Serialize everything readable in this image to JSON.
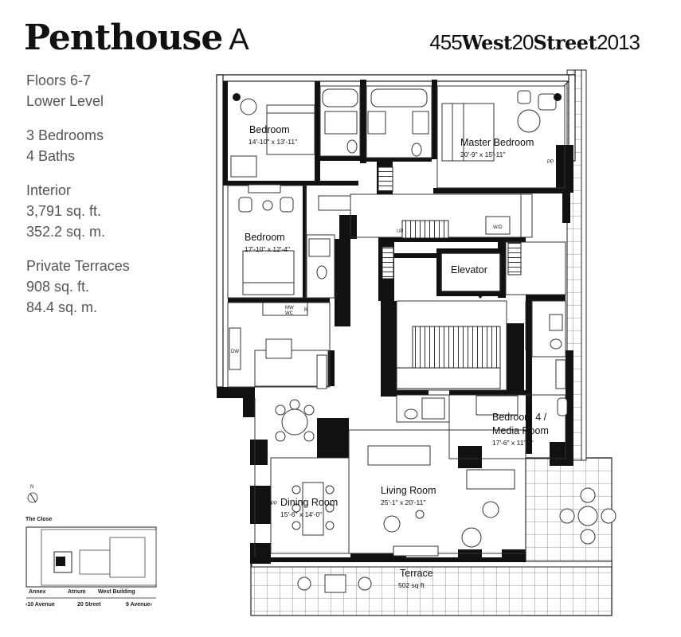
{
  "header": {
    "title": "Penthouse",
    "unit": "A",
    "address_a": "455",
    "address_b": "West",
    "address_c": "20",
    "address_d": "Street",
    "address_e": "2013"
  },
  "info": {
    "floors": "Floors 6-7",
    "level": "Lower Level",
    "bedrooms": "3 Bedrooms",
    "baths": "4 Baths",
    "interior_label": "Interior",
    "interior_sqft": "3,791 sq. ft.",
    "interior_sqm": "352.2 sq. m.",
    "terraces_label": "Private Terraces",
    "terraces_sqft": "908 sq. ft.",
    "terraces_sqm": "84.4 sq. m."
  },
  "rooms": {
    "bedroom1": "Bedroom",
    "bedroom1_dim": "14'-10\" x 13'-11\"",
    "master": "Master Bedroom",
    "master_dim": "20'-9\" x 15'-11\"",
    "bedroom2": "Bedroom",
    "bedroom2_dim": "17'-10\" x 12'-4\"",
    "elevator": "Elevator",
    "bedroom4_a": "Bedroom 4 /",
    "bedroom4_b": "Media Room",
    "bedroom4_dim": "17'-6\" x 11'-8\"",
    "living": "Living Room",
    "living_dim": "25'-1\" x 20'-11\"",
    "dining": "Dining Room",
    "dining_dim": "15'-6\" x 14'-0\"",
    "terrace": "Terrace",
    "terrace_dim": "502 sq ft"
  },
  "fixtures": {
    "wd": "W/D",
    "mw": "MW",
    "wc": "WC",
    "r": "R",
    "dw": "DW",
    "pp1": "PP",
    "pp2": "PP",
    "up": "UP"
  },
  "keymap": {
    "north": "N",
    "title": "The Close",
    "annex": "Annex",
    "atrium": "Atrium",
    "west_building": "West Building",
    "street_10": "‹10 Avenue",
    "street_20": "20 Street",
    "street_9": "9 Avenue›"
  }
}
